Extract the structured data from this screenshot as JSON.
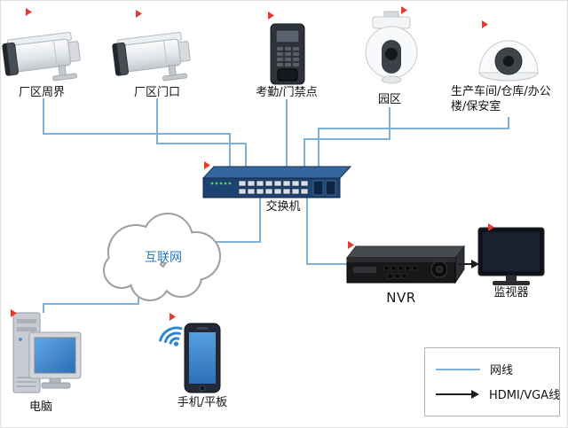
{
  "devices": {
    "camera_perimeter": {
      "label": "厂区周界"
    },
    "camera_gate": {
      "label": "厂区门口"
    },
    "access_control": {
      "label": "考勤/门禁点"
    },
    "ptz_camera": {
      "label": "园区"
    },
    "dome_camera": {
      "label": "生产车间/仓库/办公\n楼/保安室"
    },
    "switch": {
      "label": "交换机"
    },
    "internet": {
      "label": "互联网"
    },
    "nvr": {
      "label": "NVR"
    },
    "monitor": {
      "label": "监视器"
    },
    "computer": {
      "label": "电脑"
    },
    "mobile": {
      "label": "手机/平板"
    }
  },
  "legend": {
    "items": [
      {
        "type": "line",
        "label": "网线"
      },
      {
        "type": "arrow",
        "label": "HDMI/VGA线"
      }
    ]
  },
  "colors": {
    "network_line": "#7fb2d9",
    "arrow_line": "#1f1f1f",
    "internet_text": "#2878be",
    "marker_red": "#e8372c",
    "switch_front": "#1e4272",
    "switch_top": "#35679f",
    "wifi_blue": "#2e86d0"
  }
}
